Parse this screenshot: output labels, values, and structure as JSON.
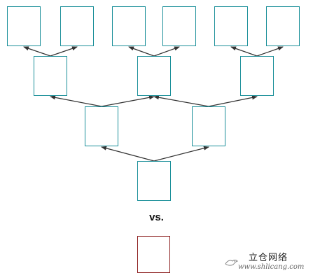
{
  "comparison_label": "vs.",
  "watermark": {
    "title": "立仓网络",
    "url": "www.shlicang.com"
  },
  "colors": {
    "tree_node_border": "#1a8f99",
    "single_node_border": "#8b1c1c",
    "arrow": "#333333"
  },
  "tree": {
    "levels": 4,
    "nodes": [
      {
        "id": "root",
        "level": 0
      },
      {
        "id": "l1-left",
        "level": 1
      },
      {
        "id": "l1-right",
        "level": 1
      },
      {
        "id": "l2-a",
        "level": 2
      },
      {
        "id": "l2-b",
        "level": 2
      },
      {
        "id": "l2-c",
        "level": 2
      },
      {
        "id": "l3-1",
        "level": 3
      },
      {
        "id": "l3-2",
        "level": 3
      },
      {
        "id": "l3-3",
        "level": 3
      },
      {
        "id": "l3-4",
        "level": 3
      },
      {
        "id": "l3-5",
        "level": 3
      },
      {
        "id": "l3-6",
        "level": 3
      }
    ],
    "edges": [
      {
        "from": "root",
        "to": "l1-left"
      },
      {
        "from": "root",
        "to": "l1-right"
      },
      {
        "from": "l1-left",
        "to": "l2-a"
      },
      {
        "from": "l1-left",
        "to": "l2-b"
      },
      {
        "from": "l1-right",
        "to": "l2-b"
      },
      {
        "from": "l1-right",
        "to": "l2-c"
      },
      {
        "from": "l2-a",
        "to": "l3-1"
      },
      {
        "from": "l2-a",
        "to": "l3-2"
      },
      {
        "from": "l2-b",
        "to": "l3-3"
      },
      {
        "from": "l2-b",
        "to": "l3-4"
      },
      {
        "from": "l2-c",
        "to": "l3-5"
      },
      {
        "from": "l2-c",
        "to": "l3-6"
      }
    ]
  },
  "single_node": {
    "id": "single"
  }
}
